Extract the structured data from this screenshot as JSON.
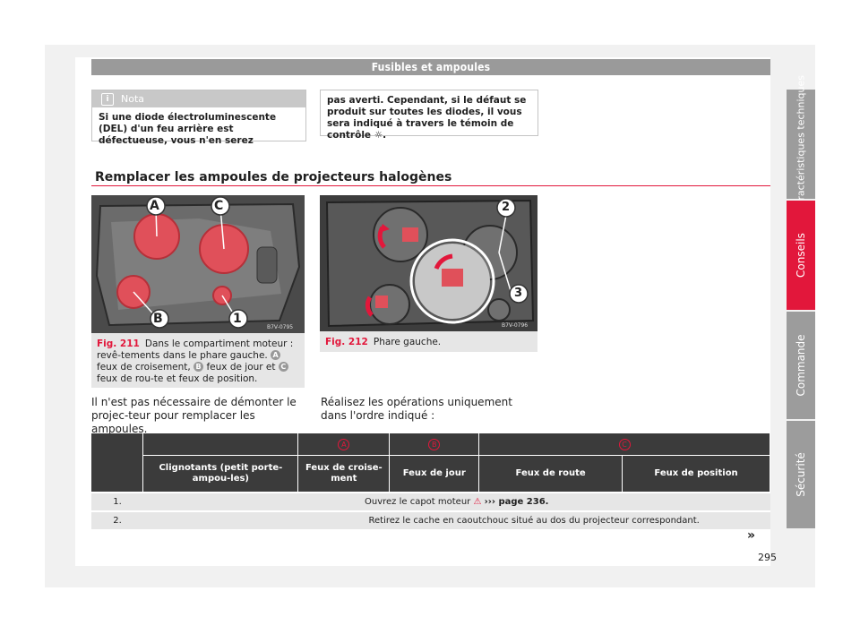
{
  "header": {
    "title": "Fusibles et ampoules"
  },
  "side_tabs": [
    {
      "label": "Caractéristiques techniques"
    },
    {
      "label": "Conseils"
    },
    {
      "label": "Commande"
    },
    {
      "label": "Sécurité"
    }
  ],
  "note1": {
    "title": "Nota",
    "text": "Si une diode électroluminescente (DEL) d'un feu arrière est défectueuse, vous n'en serez"
  },
  "note2": {
    "text": "pas averti. Cependant, si le défaut se produit sur toutes les diodes, il vous sera indiqué à travers le témoin de contrôle ☼."
  },
  "section": {
    "title": "Remplacer les ampoules de projecteurs halogènes"
  },
  "figure1": {
    "num": "Fig. 211",
    "caption_a": "Dans le compartiment moteur : revê-tements dans le phare gauche.",
    "caption_b": "feux de croisement,",
    "caption_c": "feux de jour et",
    "caption_d": "feux de rou-te et feux de position.",
    "labels": [
      "A",
      "C",
      "B",
      "1"
    ],
    "code": "B7V-0795"
  },
  "figure2": {
    "num": "Fig. 212",
    "caption": "Phare gauche.",
    "labels": [
      "2",
      "3"
    ],
    "code": "B7V-0796"
  },
  "body": {
    "left": "Il n'est pas nécessaire de démonter le projec-teur pour remplacer les ampoules.",
    "right": "Réalisez les opérations uniquement dans l'ordre indiqué :"
  },
  "table": {
    "letters": [
      "A",
      "B",
      "C"
    ],
    "columns": [
      "Clignotants (petit porte-ampou-les)",
      "Feux de croise-ment",
      "Feux de jour",
      "Feux de route",
      "Feux de position"
    ],
    "rows": [
      {
        "num": "1.",
        "text": "Ouvrez le capot moteur",
        "link": "››› page 236."
      },
      {
        "num": "2.",
        "text": "Retirez le cache en caoutchouc situé au dos du projecteur correspondant."
      }
    ]
  },
  "continue_mark": "»",
  "page_number": "295",
  "colors": {
    "accent": "#e2173b",
    "header": "#9a9a9a",
    "table_dark": "#3b3b3b"
  }
}
